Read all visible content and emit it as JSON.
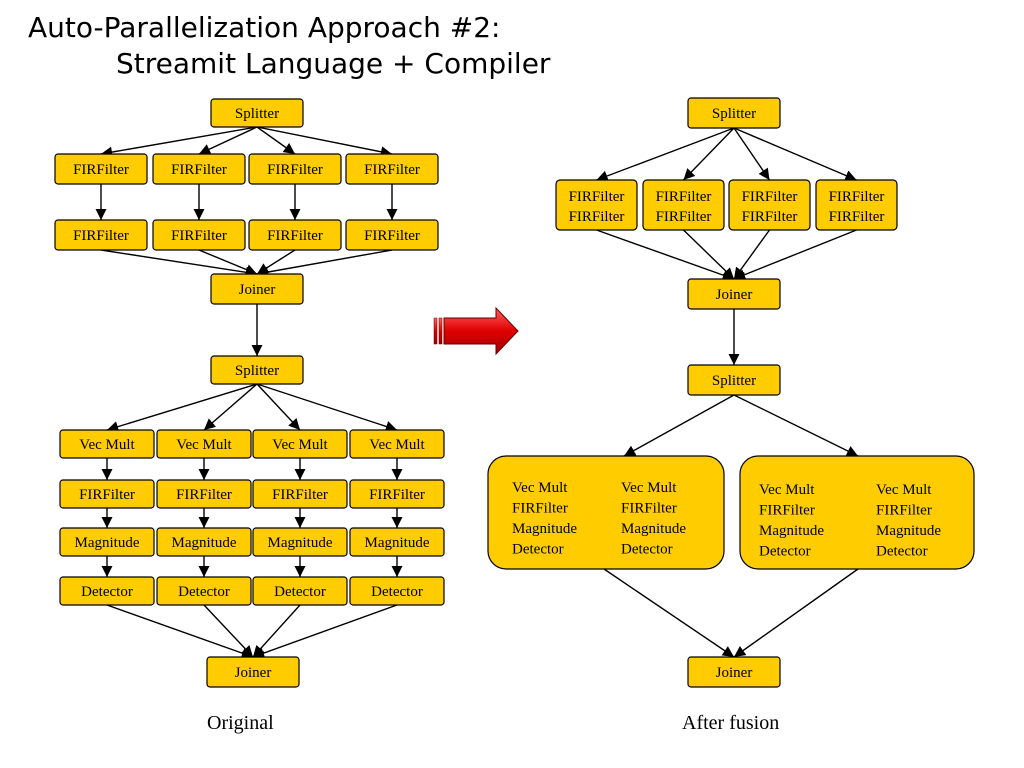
{
  "title": {
    "line1": "Auto-Parallelization Approach #2:",
    "line2": "Streamit Language + Compiler"
  },
  "colors": {
    "box_fill": "#ffcc00",
    "box_stroke": "#000000",
    "arrow_fill": "#e00000"
  },
  "labels": {
    "splitter": "Splitter",
    "joiner": "Joiner",
    "fir": "FIRFilter",
    "vec_mult": "Vec Mult",
    "magnitude": "Magnitude",
    "detector": "Detector"
  },
  "captions": {
    "original": "Original",
    "after_fusion": "After fusion"
  },
  "transform_arrow_icon": "right-arrow-icon"
}
